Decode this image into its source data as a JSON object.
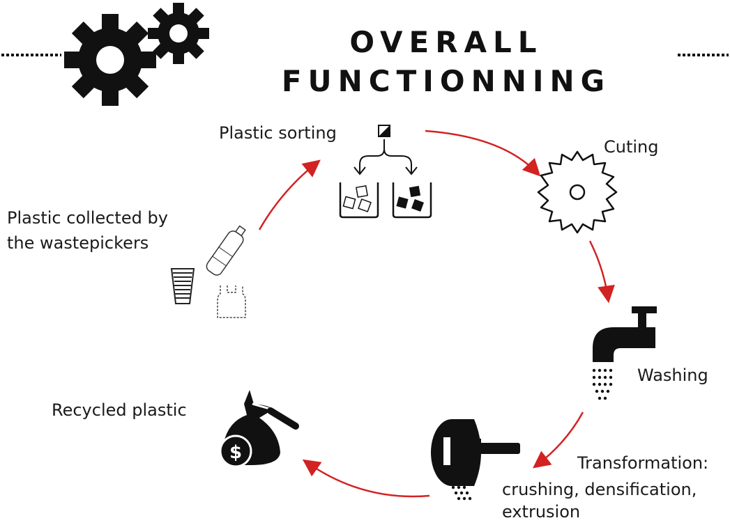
{
  "title": {
    "line1": "OVERALL",
    "line2": "FUNCTIONNING"
  },
  "steps": {
    "sorting": "Plastic sorting",
    "cutting": "Cuting",
    "washing": "Washing",
    "transformation_line1": "Transformation:",
    "transformation_line2": "crushing, densification,",
    "transformation_line3": "extrusion",
    "recycled": "Recycled plastic",
    "collected_line1": "Plastic collected by",
    "collected_line2": "the wastepickers"
  },
  "colors": {
    "arrow": "#d32222",
    "icon": "#111111"
  },
  "icons": [
    "gear-icon",
    "sorting-icon",
    "saw-blade-icon",
    "faucet-icon",
    "extruder-icon",
    "money-bag-icon",
    "bottle-icon",
    "cup-icon",
    "bag-icon"
  ]
}
